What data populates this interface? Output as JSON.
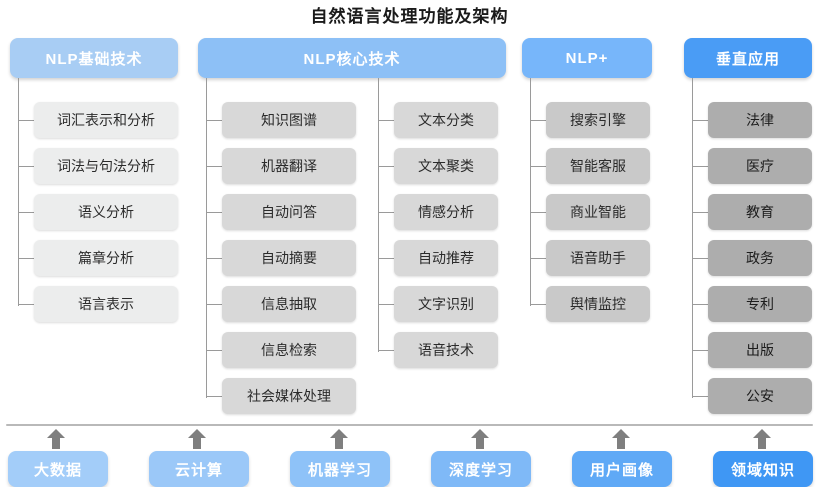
{
  "title": "自然语言处理功能及架构",
  "colors": {
    "header_nlp_basic": "#a8cdf4",
    "header_nlp_core": "#8dc0f6",
    "header_nlp_plus": "#77b6fa",
    "header_vertical": "#4a9cf5",
    "item_light": "#eceded",
    "item_mid": "#d8d8d8",
    "item_plus": "#c9c9c9",
    "item_dark": "#adadad",
    "connector": "#9a9a9a",
    "arrow": "#7f7f7f",
    "divider": "#b9b9b9"
  },
  "columns": [
    {
      "key": "nlp-basic",
      "header": "NLP基础技术",
      "header_color": "#a8cdf4",
      "item_color": "#eceded",
      "items": [
        "词汇表示和分析",
        "词法与句法分析",
        "语义分析",
        "篇章分析",
        "语言表示"
      ]
    },
    {
      "key": "nlp-core-left",
      "header": "NLP核心技术",
      "header_color": "#8dc0f6",
      "item_color": "#d8d8d8",
      "items": [
        "知识图谱",
        "机器翻译",
        "自动问答",
        "自动摘要",
        "信息抽取",
        "信息检索",
        "社会媒体处理"
      ]
    },
    {
      "key": "nlp-core-right",
      "header": "",
      "header_color": "#8dc0f6",
      "item_color": "#d8d8d8",
      "items": [
        "文本分类",
        "文本聚类",
        "情感分析",
        "自动推荐",
        "文字识别",
        "语音技术"
      ]
    },
    {
      "key": "nlp-plus",
      "header": "NLP+",
      "header_color": "#77b6fa",
      "item_color": "#c9c9c9",
      "items": [
        "搜索引擎",
        "智能客服",
        "商业智能",
        "语音助手",
        "舆情监控"
      ]
    },
    {
      "key": "vertical-application",
      "header": "垂直应用",
      "header_color": "#4a9cf5",
      "item_color": "#adadad",
      "items": [
        "法律",
        "医疗",
        "教育",
        "政务",
        "专利",
        "出版",
        "公安"
      ]
    }
  ],
  "foundation": {
    "items": [
      {
        "label": "大数据",
        "color": "#a3cdf9"
      },
      {
        "label": "云计算",
        "color": "#9bc8f8"
      },
      {
        "label": "机器学习",
        "color": "#8ec2f8"
      },
      {
        "label": "深度学习",
        "color": "#7fb9f7"
      },
      {
        "label": "用户画像",
        "color": "#5fa9f6"
      },
      {
        "label": "领域知识",
        "color": "#3f97f4"
      }
    ]
  },
  "watermark": ""
}
